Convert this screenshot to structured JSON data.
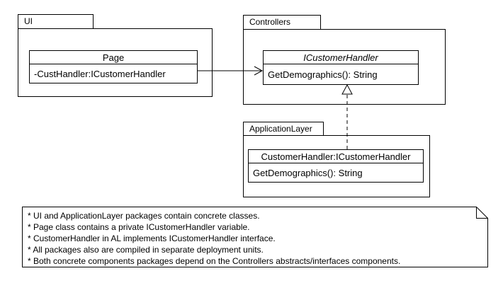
{
  "diagram": {
    "background": "#ffffff",
    "stroke_color": "#000000",
    "text_color": "#000000"
  },
  "packages": [
    {
      "label": "UI"
    },
    {
      "label": "Controllers"
    },
    {
      "label": "ApplicationLayer"
    }
  ],
  "classes": [
    {
      "name": "Page",
      "stereotype": "class",
      "members": [
        "-CustHandler:ICustomerHandler"
      ]
    },
    {
      "name": "ICustomerHandler",
      "stereotype": "interface",
      "members": [
        "GetDemographics(): String"
      ]
    },
    {
      "name": "CustomerHandler:ICustomerHandler",
      "stereotype": "class",
      "members": [
        "GetDemographics(): String"
      ]
    }
  ],
  "relationships": [
    {
      "type": "association",
      "from": "Page",
      "to": "ICustomerHandler",
      "line": "solid",
      "arrowhead": "open"
    },
    {
      "type": "realization",
      "from": "CustomerHandler:ICustomerHandler",
      "to": "ICustomerHandler",
      "line": "dashed",
      "arrowhead": "hollow-triangle"
    }
  ],
  "note": {
    "lines": [
      "* UI and ApplicationLayer packages contain concrete classes.",
      "* Page class contains a private ICustomerHandler variable.",
      "* CustomerHandler in AL implements ICustomerHandler interface.",
      "* All packages also are compiled in separate deployment units.",
      "* Both concrete components packages depend on the Controllers abstracts/interfaces components."
    ]
  }
}
